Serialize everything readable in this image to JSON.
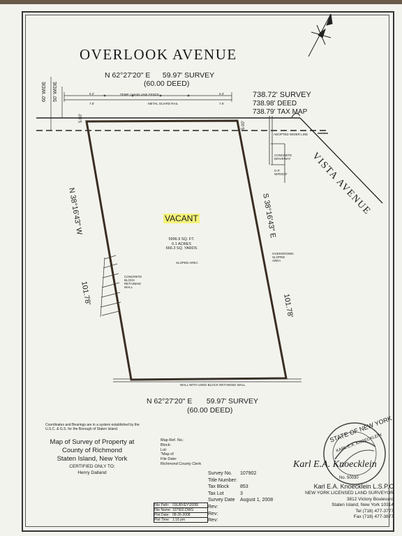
{
  "streets": {
    "overlook": "OVERLOOK AVENUE",
    "vista": "VISTA AVENUE"
  },
  "widths": {
    "w60": "60' WIDE",
    "w50": "50' WIDE"
  },
  "top_line": {
    "bearing": "N 62°27'20\" E",
    "survey": "59.97' SURVEY",
    "deed": "(60.00 DEED)"
  },
  "bottom_line": {
    "bearing": "N 62°27'20\" E",
    "survey": "59.97' SURVEY",
    "deed": "(60.00 DEED)"
  },
  "left_line": {
    "bearing": "N 38°16'43\" W",
    "dist": "101.78'"
  },
  "right_line": {
    "bearing": "S 38°16'43\" E",
    "dist": "101.78'"
  },
  "corner_dist": {
    "survey": "738.72' SURVEY",
    "deed": "738.98' DEED",
    "tax": "738.79' TAX MAP"
  },
  "setbacks": {
    "left": "5.00'",
    "right": "5.00'"
  },
  "lot": {
    "status": "VACANT",
    "sqft": "5996.9 SQ. FT.",
    "acres": "0.1 ACRES",
    "sqyds": "666.3 SQ. YARDS",
    "slope": "SLOPED AREA"
  },
  "notes": {
    "fence": "TEMP. CHAIN LINK FENCE",
    "metal_guard": "METAL GUARD RAIL",
    "adopted_line": "ADOPTED WIDER LINE",
    "concrete_driveway": "CONCRETE DRIVEWAY",
    "op_roof": "O.P. W/ROOF",
    "overgrown": "OVERGROWN SLOPED AREA",
    "retaining": "CONCRETE BLOCK RETAINING WALL",
    "wall_bottom": "WALL WITH USED BLOCK RETAINING WALL",
    "fence_l1": "6.2'",
    "fence_l2": "7.5'",
    "fence_r1": "6.3'",
    "fence_r2": "7.6'"
  },
  "coordinates_note": "Coordinates and Bearings are in a system established by the U.S.C. & G.S. for the Borough of Staten Island.",
  "title_block": {
    "line1": "Map of Survey of Property at",
    "line2": "County of Richmond",
    "line3": "Staten Island, New York",
    "certified": "CERTIFIED ONLY TO:",
    "client": "Henry Dalland"
  },
  "map_ref": {
    "ref": "Map Ref. No.:",
    "block": "Block:",
    "lot": "Lot:",
    "map_of": "\"Map of",
    "file_date": "File Date:",
    "clerk": "Richmond County Clerk"
  },
  "survey_info": [
    {
      "key": "Survey No.",
      "val": "107902"
    },
    {
      "key": "Title Number:",
      "val": ""
    },
    {
      "key": "Tax Block",
      "val": "853"
    },
    {
      "key": "Tax Lot",
      "val": "3"
    },
    {
      "key": "Survey Date",
      "val": "August 1, 2008"
    },
    {
      "key": "Rev:",
      "val": ""
    },
    {
      "key": "Rev:",
      "val": ""
    },
    {
      "key": "Rev:",
      "val": ""
    }
  ],
  "file_box": {
    "path_k": "File Path:",
    "path_v": "\\\\SURVEY\\2008\\",
    "name_k": "File Name:",
    "name_v": "107902.DWG",
    "date_k": "Plot Date:",
    "date_v": "08-26-2008",
    "time_k": "Plot Time:",
    "time_v": "1:16 pm"
  },
  "surveyor": {
    "signature": "Karl E.A. Knoecklein",
    "name": "Karl E.A. Knoecklein L.S.P.C",
    "license": "NEW YORK LICENSED LAND SURVEYOR",
    "address1": "3812 Victory Boulevard",
    "address2": "Staten Island, New York 10314",
    "tel": "Tel (718) 477-3777",
    "fax": "Fax (718) 477-3877"
  },
  "seal": {
    "top": "STATE OF NEW YORK",
    "name": "KARL E.A. KNOECKLEIN",
    "no": "No. 50030"
  },
  "colors": {
    "highlight": "#f4f27a",
    "ink": "#1a1a1a",
    "lot_line": "#3a2e22"
  }
}
